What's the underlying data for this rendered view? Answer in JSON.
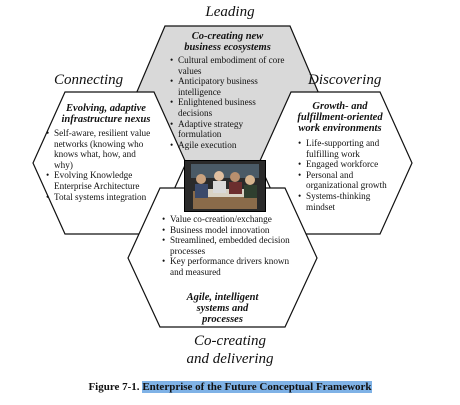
{
  "labels": {
    "leading": "Leading",
    "connecting": "Connecting",
    "discovering": "Discovering",
    "co_creating_line1": "Co-creating",
    "co_creating_line2": "and delivering"
  },
  "hexes": {
    "top": {
      "title": [
        "Co-creating new",
        "business ecosystems"
      ],
      "items": [
        "Cultural embodiment of core values",
        "Anticipatory business intelligence",
        "Enlightened business decisions",
        "Adaptive strategy formulation",
        "Agile execution"
      ]
    },
    "left": {
      "title": [
        "Evolving, adaptive",
        "infrastructure nexus"
      ],
      "items": [
        "Self-aware, resilient value networks (knowing who knows what, how, and why)",
        "Evolving Knowledge Enterprise Architecture",
        "Total systems integration"
      ]
    },
    "right": {
      "title": [
        "Growth- and",
        "fulfillment-oriented",
        "work environments"
      ],
      "items": [
        "Life-supporting and fulfilling work",
        "Engaged workforce",
        "Personal and organizational growth",
        "Systems-thinking mindset"
      ]
    },
    "bottom": {
      "items": [
        "Value co-creation/exchange",
        "Business model innovation",
        "Streamlined, embedded decision processes",
        "Key performance drivers known and measured"
      ],
      "title": [
        "Agile, intelligent",
        "systems and",
        "processes"
      ]
    }
  },
  "caption": {
    "prefix": "Figure 7-1.",
    "highlight": "Enterprise of the Future Conceptual Framework"
  },
  "colors": {
    "top_fill": "#d9d9d9",
    "side_fill": "#ffffff",
    "stroke": "#111111",
    "caption_highlight": "#7fb2e6"
  }
}
